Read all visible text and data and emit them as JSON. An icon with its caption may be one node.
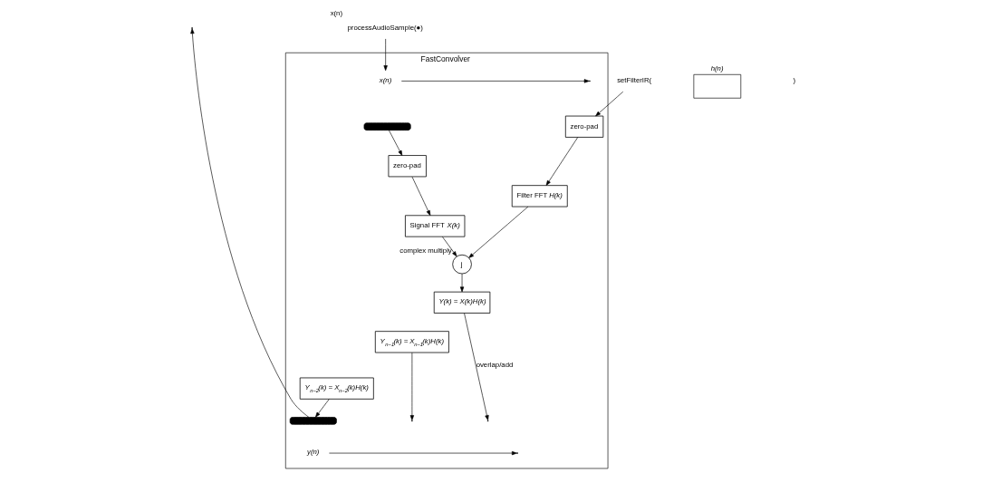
{
  "diagram": {
    "nodes": [
      {
        "text": [
          "FastConvolver"
        ]
      },
      {
        "text": [
          "x(n)"
        ],
        "in": 0
      },
      {
        "text": [],
        "shape": "dots",
        "in": 0
      },
      {
        "text": [
          "processAudioSample(●)"
        ],
        "beside": [
          "x(n)"
        ]
      },
      {
        "text": [
          "zero-pad"
        ],
        "in": 0
      },
      {
        "text": [
          "zero-pad"
        ],
        "in": 0
      },
      {
        "text": [
          "Signal FFT *X(k)*"
        ],
        "in": 0
      },
      {
        "text": [
          "Filter FFT *H(k)*"
        ],
        "in": 0
      },
      {
        "text": [
          "j"
        ],
        "beside": [
          "complex multiply"
        ],
        "in": 0
      },
      {
        "text": [
          "Y(k) = X(k)H(k)"
        ],
        "in": 0
      },
      {
        "text": [
          "Y$_{n−1}$(k) = X$_{n−1}$(k)H(k)"
        ],
        "in": 0
      },
      {
        "text": [
          "Y$_{n−2}$(k) = X$_{n−2}$(k)H(k)"
        ],
        "in": 0
      },
      {
        "text": [],
        "shape": "dots",
        "in": 0
      },
      {
        "text": [
          "y(n)"
        ],
        "in": 0
      },
      {
        "text": [
          "setFilterIR("
        ]
      },
      {
        "text": [
          "h(n)"
        ]
      }
    ],
    "edges": [
      {
        "from": 1,
        "to": null,
        "arrow": "to"
      },
      {
        "from": 3,
        "to": 1,
        "arrow": "to"
      },
      {
        "from": 2,
        "to": 4,
        "arrow": "to"
      },
      {
        "from": 14,
        "to": 5,
        "arrow": "to"
      },
      {
        "from": 4,
        "to": 6,
        "arrow": "to"
      },
      {
        "from": 5,
        "to": 7,
        "arrow": "to"
      },
      {
        "from": 6,
        "to": 8,
        "arrow": "to"
      },
      {
        "from": 7,
        "to": 8,
        "arrow": "to"
      },
      {
        "from": 8,
        "to": 9,
        "arrow": "to"
      },
      {
        "from": 9,
        "to": null,
        "arrow": "to",
        "label": "overlap/add"
      },
      {
        "from": 10,
        "to": null,
        "arrow": "to"
      },
      {
        "from": 11,
        "to": 12,
        "arrow": "to"
      },
      {
        "from": 12,
        "to": null,
        "arrow": "to"
      },
      {
        "from": 13,
        "to": null,
        "arrow": "to"
      }
    ],
    "labels": [
      ")"
    ]
  }
}
